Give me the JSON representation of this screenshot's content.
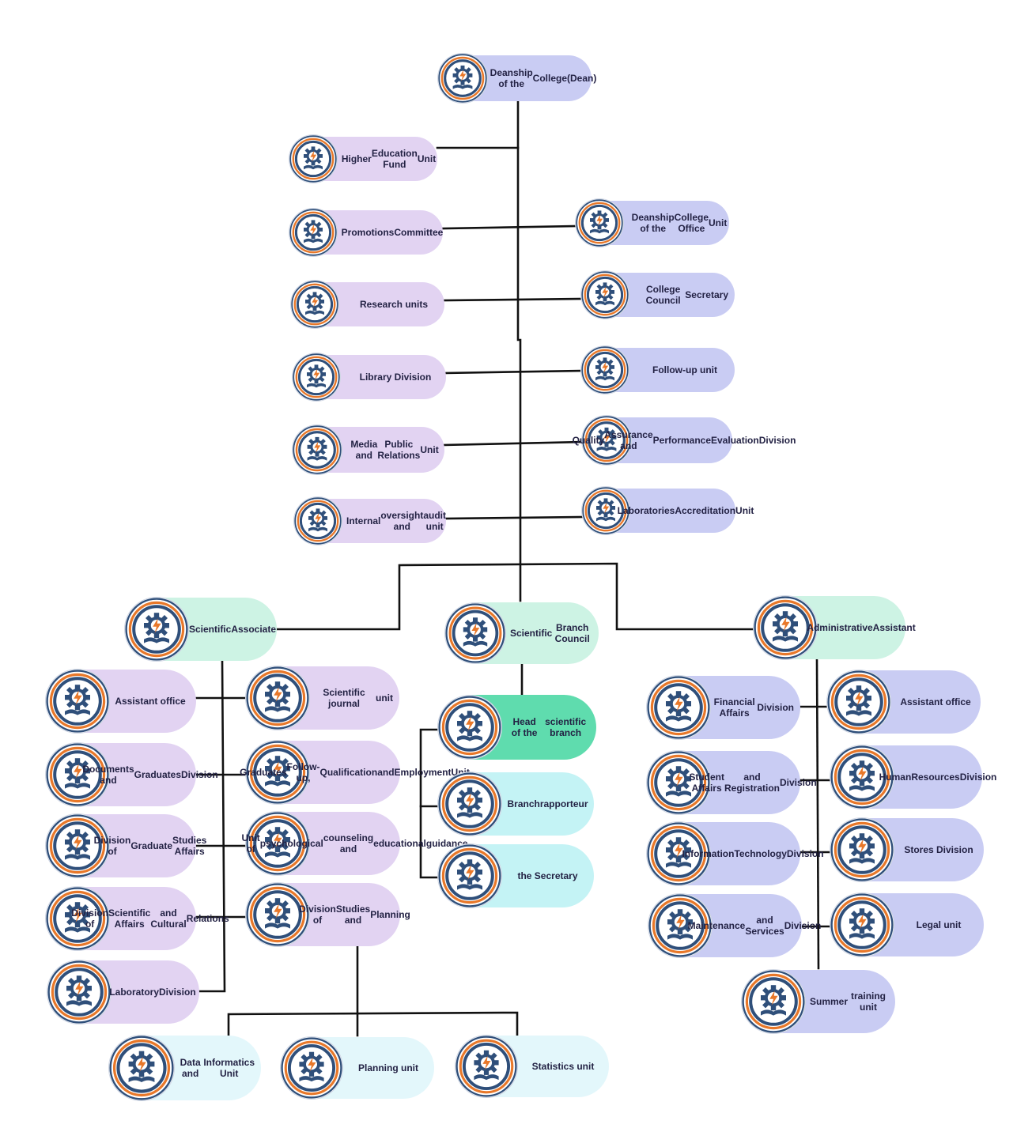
{
  "colors": {
    "dean": "#c9ccf3",
    "purple": "#e2d3f2",
    "blue": "#c9ccf3",
    "mint": "#cdf3e4",
    "green": "#5fdcae",
    "cyan": "#c4f3f5",
    "ice": "#e3f7fb",
    "connector": "#111111",
    "logo_ring": "#2f4f7a",
    "logo_accent": "#e8782a"
  },
  "logo_icon": "college-electromechanical-engineering-seal",
  "nodes": {
    "dean": [
      "Deanship of the",
      "College",
      "(Dean)"
    ],
    "higher_education_fund": [
      "Higher",
      "Education Fund",
      "Unit"
    ],
    "promotions_committee": [
      "Promotions",
      "Committee"
    ],
    "research_units": [
      "Research units"
    ],
    "library_division": [
      "Library Division"
    ],
    "media_pr_unit": [
      "Media and",
      "Public Relations",
      "Unit"
    ],
    "internal_oversight": [
      "Internal",
      "oversight and",
      "audit unit"
    ],
    "dean_office_unit": [
      "Deanship of the",
      "College Office",
      "Unit"
    ],
    "council_secretary": [
      "College Council",
      "Secretary"
    ],
    "followup_unit": [
      "Follow-up unit"
    ],
    "quality_assurance": [
      "Quality",
      "Assurance and",
      "Performance",
      "Evaluation",
      "Division"
    ],
    "lab_accreditation": [
      "Laboratories",
      "Accreditation",
      "Unit"
    ],
    "scientific_associate": [
      "Scientific",
      "Associate"
    ],
    "branch_council": [
      "Scientific",
      "Branch Council"
    ],
    "admin_assistant": [
      "Administrative",
      "Assistant"
    ],
    "sa_assistant_office": [
      "Assistant office"
    ],
    "documents_graduates": [
      "Documents and",
      "Graduates",
      "Division"
    ],
    "graduate_studies": [
      "Division of",
      "Graduate",
      "Studies Affairs"
    ],
    "scientific_cultural": [
      "Division of",
      "Scientific Affairs",
      "and Cultural",
      "Relations"
    ],
    "laboratory_division": [
      "Laboratory",
      "Division"
    ],
    "journal_unit": [
      "Scientific journal",
      "unit"
    ],
    "graduates_followup": [
      "Graduates",
      "Follow-up,",
      "Qualification",
      "and",
      "Employment",
      "Unit"
    ],
    "psych_counseling": [
      "Unit of",
      "psychological",
      "counseling and",
      "educational",
      "guidance"
    ],
    "studies_planning": [
      "Division of",
      "Studies and",
      "Planning"
    ],
    "data_informatics": [
      "Data and",
      "Informatics Unit"
    ],
    "planning_unit": [
      "Planning unit"
    ],
    "statistics_unit": [
      "Statistics unit"
    ],
    "head_branch": [
      "Head of the",
      "scientific branch"
    ],
    "branch_rapporteur": [
      "Branch",
      "rapporteur"
    ],
    "secretary": [
      "the Secretary"
    ],
    "financial_affairs": [
      "Financial Affairs",
      "Division"
    ],
    "student_affairs": [
      "Student Affairs",
      "and Registration",
      "Division"
    ],
    "it_division": [
      "Information",
      "Technology",
      "Division"
    ],
    "maintenance": [
      "Maintenance",
      "and Services",
      "Division"
    ],
    "summer_training": [
      "Summer",
      "training unit"
    ],
    "aa_assistant_office": [
      "Assistant office"
    ],
    "human_resources": [
      "Human",
      "Resources",
      "Division"
    ],
    "stores_division": [
      "Stores Division"
    ],
    "legal_unit": [
      "Legal unit"
    ]
  }
}
